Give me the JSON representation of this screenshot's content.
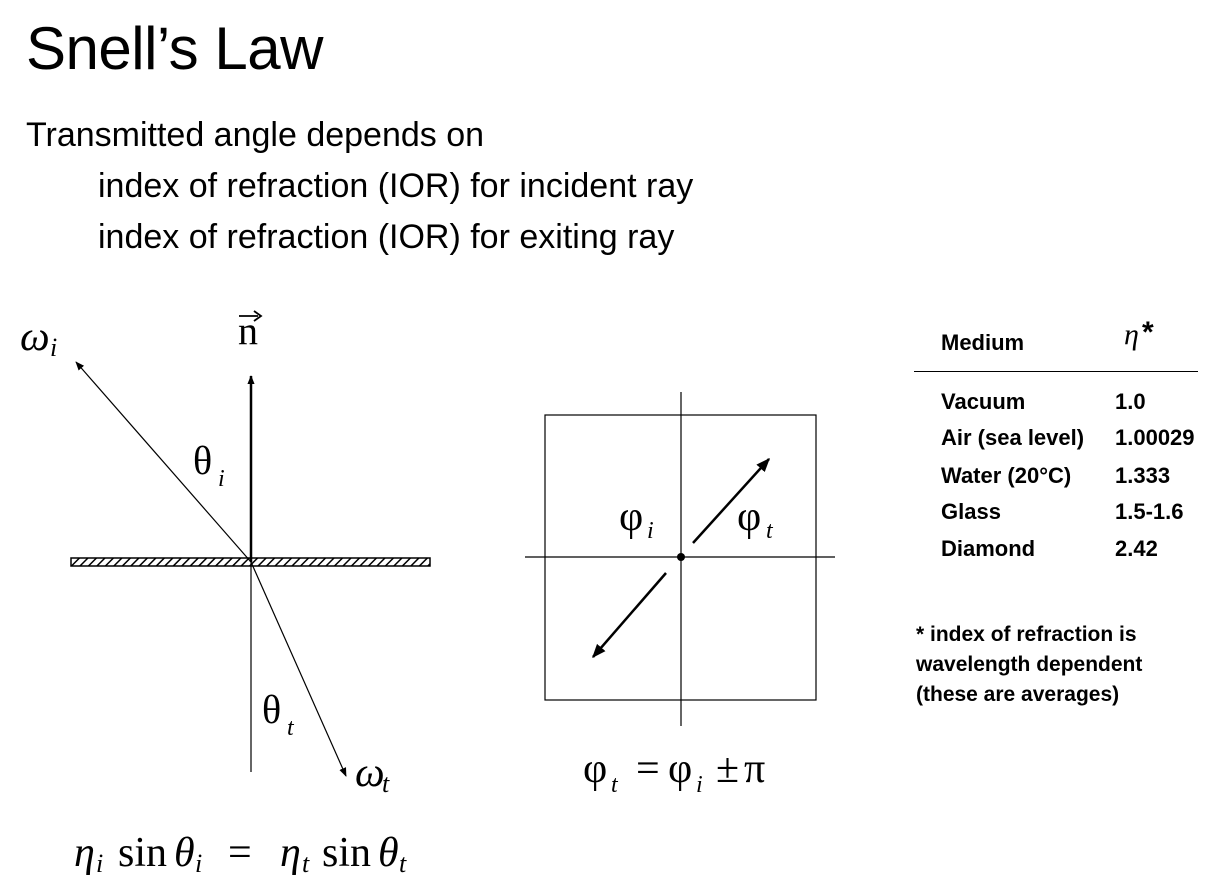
{
  "slide": {
    "title": "Snell’s Law",
    "subtitle": "Transmitted angle depends on",
    "bullets": [
      "index of refraction (IOR) for incident ray",
      "index of refraction (IOR) for exiting ray"
    ]
  },
  "left_diagram": {
    "label_omega_i": "ω",
    "label_omega_i_sub": "i",
    "label_normal": "n",
    "label_theta_i": "θ",
    "label_theta_i_sub": "i",
    "label_theta_t": "θ",
    "label_theta_t_sub": "t",
    "label_omega_t": "ω",
    "label_omega_t_sub": "t",
    "equation": {
      "eta": "η",
      "sub_i": "i",
      "sin": "sin",
      "theta": "θ",
      "equals": "=",
      "sub_t": "t"
    }
  },
  "right_diagram": {
    "label_phi_i": "φ",
    "label_phi_i_sub": "i",
    "label_phi_t": "φ",
    "label_phi_t_sub": "t",
    "equation": {
      "phi": "φ",
      "sub_t": "t",
      "equals": "=",
      "sub_i": "i",
      "plusminus": "±",
      "pi": "π"
    }
  },
  "ior_table": {
    "header_medium": "Medium",
    "header_eta": "η",
    "header_star": "*",
    "rows": [
      {
        "medium": "Vacuum",
        "value": "1.0"
      },
      {
        "medium": "Air (sea level)",
        "value": "1.00029"
      },
      {
        "medium": "Water (20°C)",
        "value": "1.333"
      },
      {
        "medium": "Glass",
        "value": "1.5-1.6"
      },
      {
        "medium": "Diamond",
        "value": "2.42"
      }
    ],
    "footnote": [
      "* index of refraction is",
      "wavelength dependent",
      "(these are averages)"
    ]
  }
}
